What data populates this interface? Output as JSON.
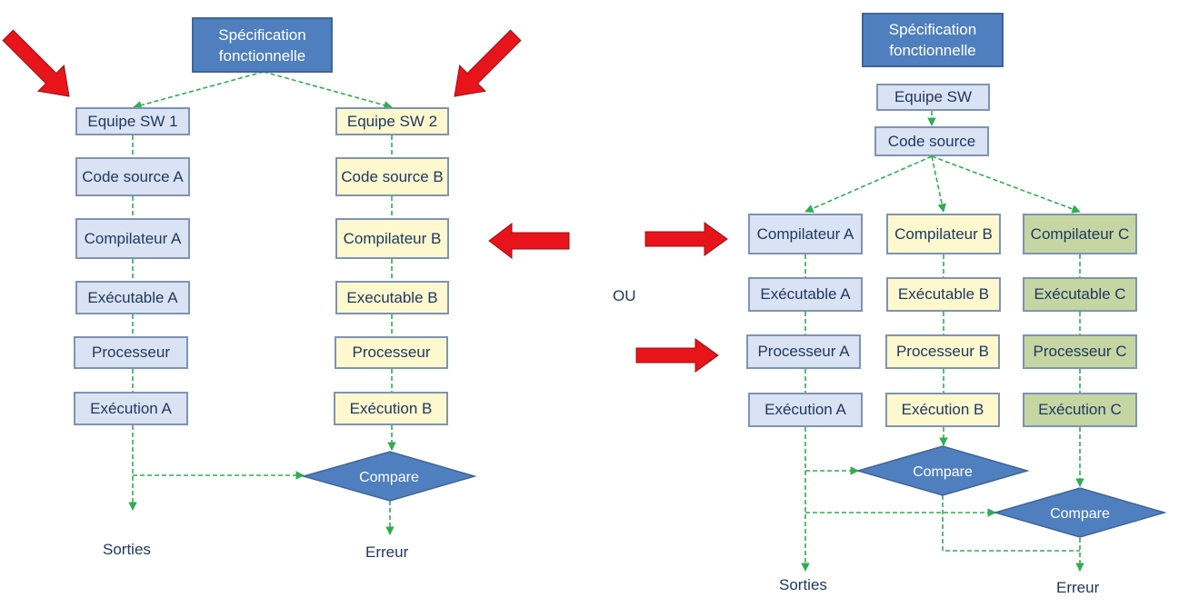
{
  "left": {
    "spec": "Spécification fonctionnelle",
    "col1": [
      "Equipe SW 1",
      "Code source A",
      "Compilateur A",
      "Exécutable A",
      "Processeur",
      "Exécution A"
    ],
    "col2": [
      "Equipe SW 2",
      "Code source B",
      "Compilateur B",
      "Executable B",
      "Processeur",
      "Exécution B"
    ],
    "compare": "Compare",
    "sorties": "Sorties",
    "erreur": "Erreur"
  },
  "middle": {
    "ou": "OU"
  },
  "right": {
    "spec": "Spécification fonctionnelle",
    "team": "Equipe SW",
    "source": "Code source",
    "colA": [
      "Compilateur A",
      "Exécutable A",
      "Processeur A",
      "Exécution A"
    ],
    "colB": [
      "Compilateur B",
      "Exécutable B",
      "Processeur B",
      "Exécution B"
    ],
    "colC": [
      "Compilateur C",
      "Exécutable C",
      "Processeur C",
      "Exécution C"
    ],
    "compare1": "Compare",
    "compare2": "Compare",
    "sorties": "Sorties",
    "erreur": "Erreur"
  },
  "colors": {
    "connector": "#2eae4f",
    "arrow": "#e8141c",
    "diamond": "#4f7fbf",
    "box_blue": "#dae3f3",
    "box_yellow": "#fdf8cd",
    "box_green": "#c5d6a2"
  }
}
